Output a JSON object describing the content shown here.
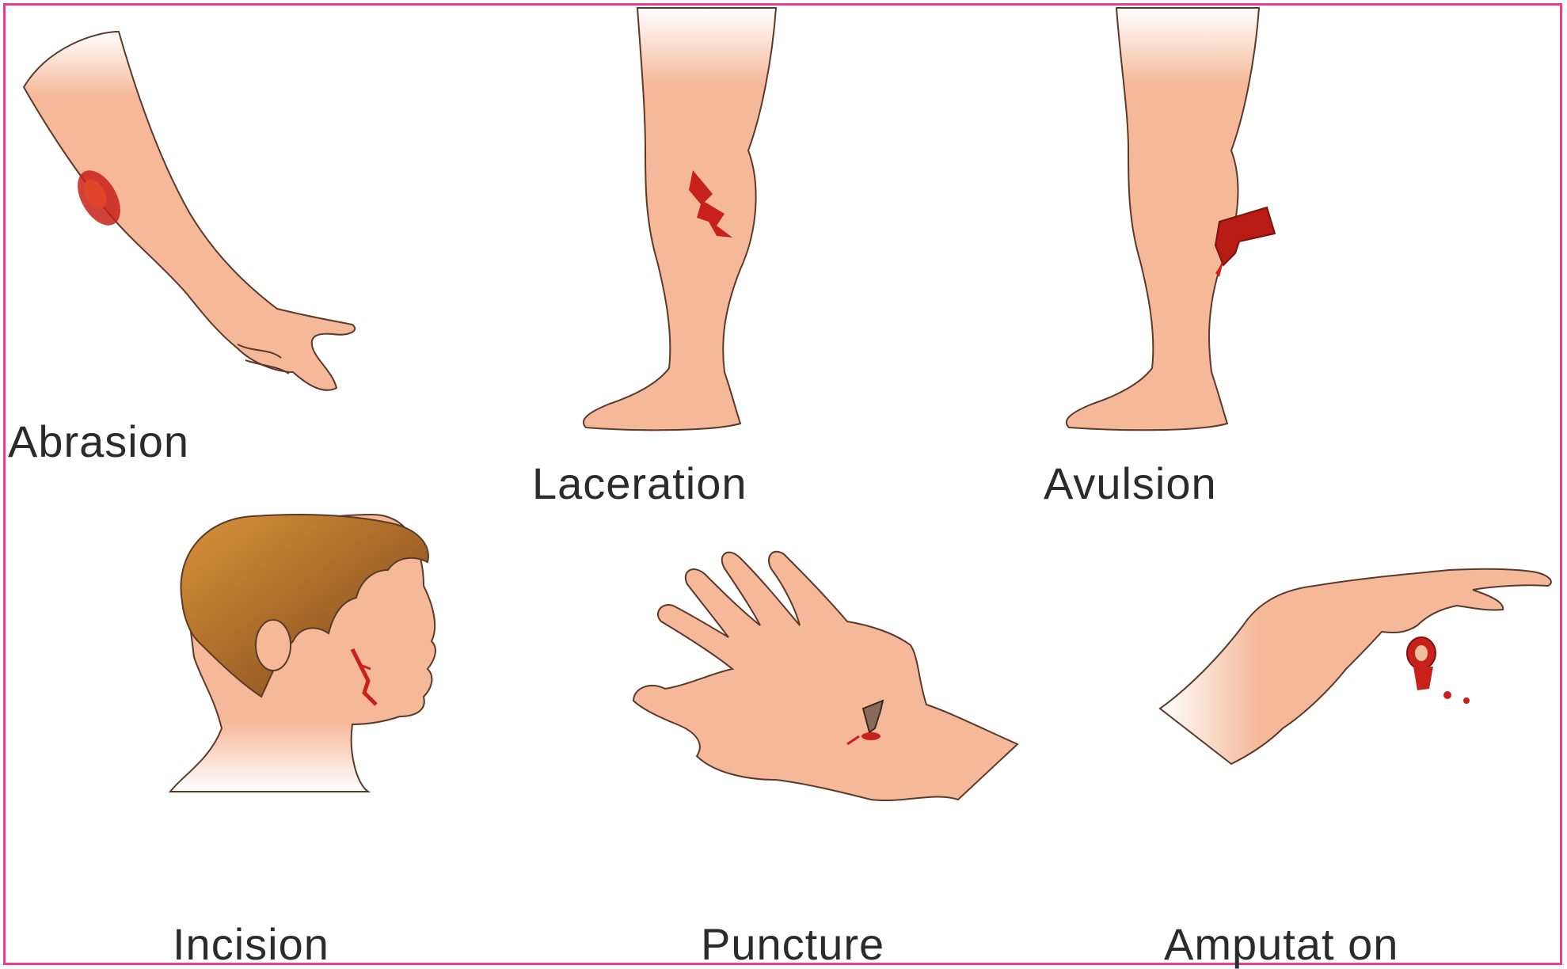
{
  "colors": {
    "border": "#ec3d8f",
    "skin": "#f5b99a",
    "skin_shadow": "#e8997a",
    "outline": "#5a3a2a",
    "wound": "#c8201a",
    "hair": "#b8732a",
    "label_text": "#2b2b2b"
  },
  "panels": [
    {
      "label": "Abrasion",
      "icon": "arm-abrasion-icon"
    },
    {
      "label": "Laceration",
      "icon": "leg-laceration-icon"
    },
    {
      "label": "Avulsion",
      "icon": "leg-avulsion-icon"
    },
    {
      "label": "Incision",
      "icon": "face-incision-icon"
    },
    {
      "label": "Puncture",
      "icon": "hand-puncture-icon"
    },
    {
      "label": "Amputat on",
      "icon": "finger-amputation-icon"
    }
  ]
}
